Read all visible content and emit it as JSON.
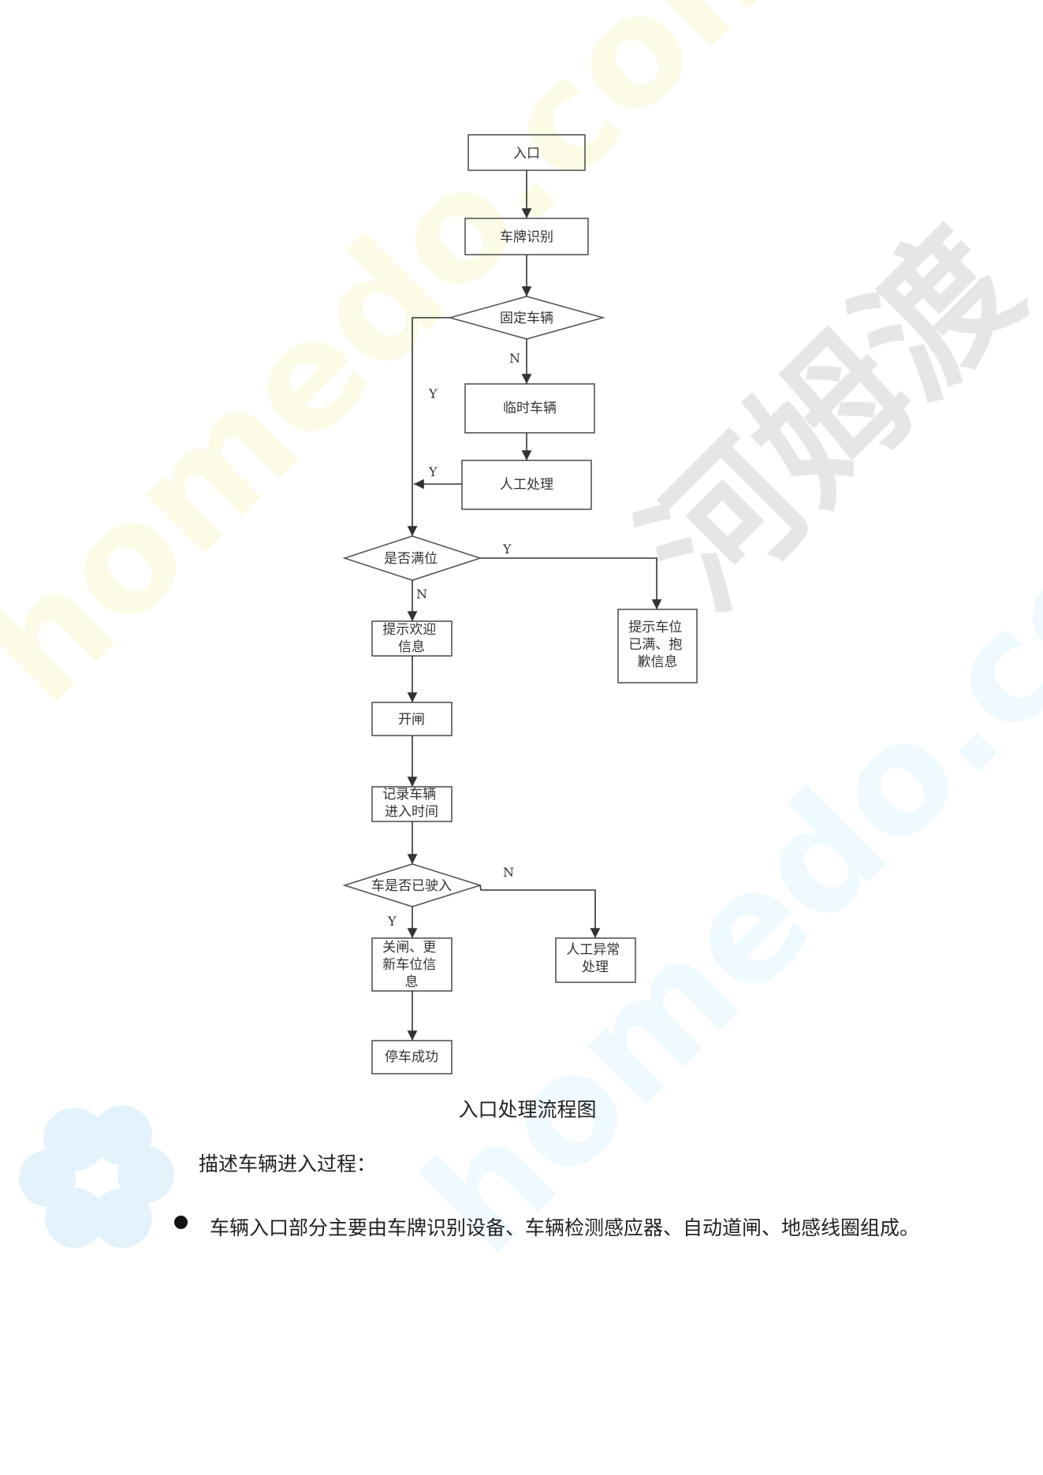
{
  "watermark": {
    "cn_text": "河姆渡",
    "en_text": "homedo.com"
  },
  "flowchart": {
    "nodes": {
      "entry": [
        "入口"
      ],
      "plate": [
        "车牌识别"
      ],
      "fixed": [
        "固定车辆"
      ],
      "temp": [
        "临时车辆"
      ],
      "manual": [
        "人工处理"
      ],
      "full": [
        "是否满位"
      ],
      "welcome": [
        "提示欢迎",
        "信息"
      ],
      "full_msg": [
        "提示车位",
        "已满、抱",
        "歉信息"
      ],
      "open": [
        "开闸"
      ],
      "record": [
        "记录车辆",
        "进入时间"
      ],
      "entered": [
        "车是否已驶入"
      ],
      "close": [
        "关闸、更",
        "新车位信",
        "息"
      ],
      "exception": [
        "人工异常",
        "处理"
      ],
      "done": [
        "停车成功"
      ]
    },
    "labels": {
      "fixed_no": "N",
      "fixed_yes": "Y",
      "manual_yes": "Y",
      "full_yes": "Y",
      "full_no": "N",
      "entered_no": "N",
      "entered_yes": "Y"
    }
  },
  "caption": "入口处理流程图",
  "intro": "描述车辆进入过程：",
  "bullets": [
    "车辆入口部分主要由车牌识别设备、车辆检测感应器、自动道闸、地感线圈组成。"
  ]
}
